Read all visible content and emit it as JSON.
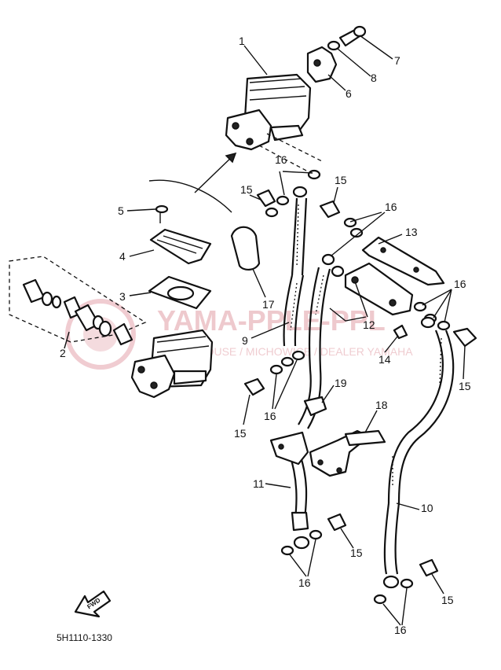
{
  "callouts": [
    {
      "id": "c1",
      "text": "1"
    },
    {
      "id": "c2",
      "text": "2"
    },
    {
      "id": "c3",
      "text": "3"
    },
    {
      "id": "c4",
      "text": "4"
    },
    {
      "id": "c5",
      "text": "5"
    },
    {
      "id": "c6",
      "text": "6"
    },
    {
      "id": "c7",
      "text": "7"
    },
    {
      "id": "c8",
      "text": "8"
    },
    {
      "id": "c9",
      "text": "9"
    },
    {
      "id": "c10",
      "text": "10"
    },
    {
      "id": "c11",
      "text": "11"
    },
    {
      "id": "c12",
      "text": "12"
    },
    {
      "id": "c13",
      "text": "13"
    },
    {
      "id": "c14",
      "text": "14"
    },
    {
      "id": "c15a",
      "text": "15"
    },
    {
      "id": "c15b",
      "text": "15"
    },
    {
      "id": "c15c",
      "text": "15"
    },
    {
      "id": "c15d",
      "text": "15"
    },
    {
      "id": "c15e",
      "text": "15"
    },
    {
      "id": "c15f",
      "text": "15"
    },
    {
      "id": "c16a",
      "text": "16"
    },
    {
      "id": "c16b",
      "text": "16"
    },
    {
      "id": "c16c",
      "text": "16"
    },
    {
      "id": "c16d",
      "text": "16"
    },
    {
      "id": "c16e",
      "text": "16"
    },
    {
      "id": "c16f",
      "text": "16"
    },
    {
      "id": "c17",
      "text": "17"
    },
    {
      "id": "c18",
      "text": "18"
    },
    {
      "id": "c19",
      "text": "19"
    }
  ],
  "part_code": "5H1110-1330",
  "fwd_label": "FWD",
  "watermark": {
    "brand": "YAMA-PPLE-PPL",
    "subline": "WAREHOUSE / MICHOWICE / DEALER YAMAHA"
  },
  "colors": {
    "ink": "#111111",
    "watermark": "#e9b7bd",
    "background": "#ffffff"
  }
}
